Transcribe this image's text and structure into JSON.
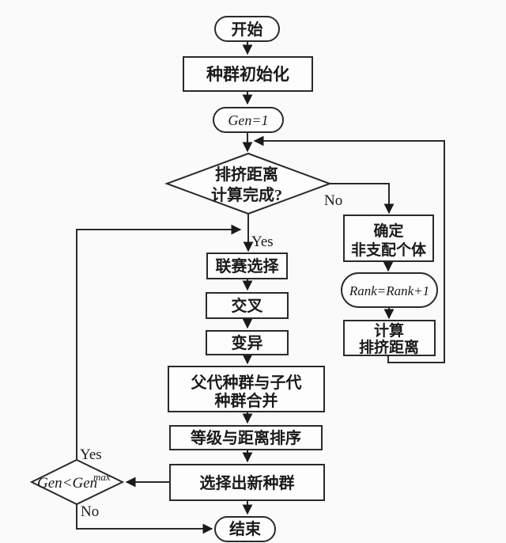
{
  "flowchart": {
    "colors": {
      "background": "#fbfafb",
      "stroke": "#2a2a2a",
      "shape_fill": "#fdfdfd",
      "text": "#1a1a1a"
    },
    "nodes": {
      "start": {
        "label": "开始"
      },
      "population_init": {
        "label": "种群初始化"
      },
      "gen_init": {
        "label": "Gen=1"
      },
      "crowding_check": {
        "line1": "排挤距离",
        "line2": "计算完成?"
      },
      "identify_nondominated": {
        "line1": "确定",
        "line2": "非支配个体"
      },
      "rank_increment": {
        "label": "Rank=Rank+1"
      },
      "calc_crowding": {
        "line1": "计算",
        "line2": "排挤距离"
      },
      "tournament_selection": {
        "label": "联赛选择"
      },
      "crossover": {
        "label": "交叉"
      },
      "mutation": {
        "label": "变异"
      },
      "merge_populations": {
        "line1": "父代种群与子代",
        "line2": "种群合并"
      },
      "rank_distance_sort": {
        "label": "等级与距离排序"
      },
      "select_new_population": {
        "label": "选择出新种群"
      },
      "generation_check": {
        "label_main": "Gen<Gen",
        "label_sup": "max"
      },
      "end": {
        "label": "结束"
      }
    },
    "edge_labels": {
      "crowding_check_yes": "Yes",
      "crowding_check_no": "No",
      "generation_check_yes": "Yes",
      "generation_check_no": "No"
    }
  }
}
